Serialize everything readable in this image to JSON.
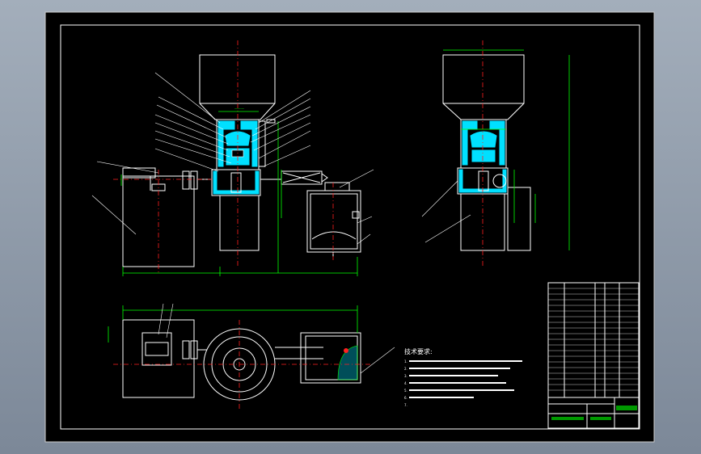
{
  "drawing": {
    "tech_title": "技术要求:",
    "tech_notes": [
      "1.",
      "2.",
      "3.",
      "4.",
      "5.",
      "6.",
      "7."
    ]
  },
  "colors": {
    "background": "#000000",
    "frame": "#ffffff",
    "dimension": "#00ff00",
    "section_fill": "#00e0ff",
    "center_line": "#ff2020",
    "viewport": "#8e9aa8"
  }
}
